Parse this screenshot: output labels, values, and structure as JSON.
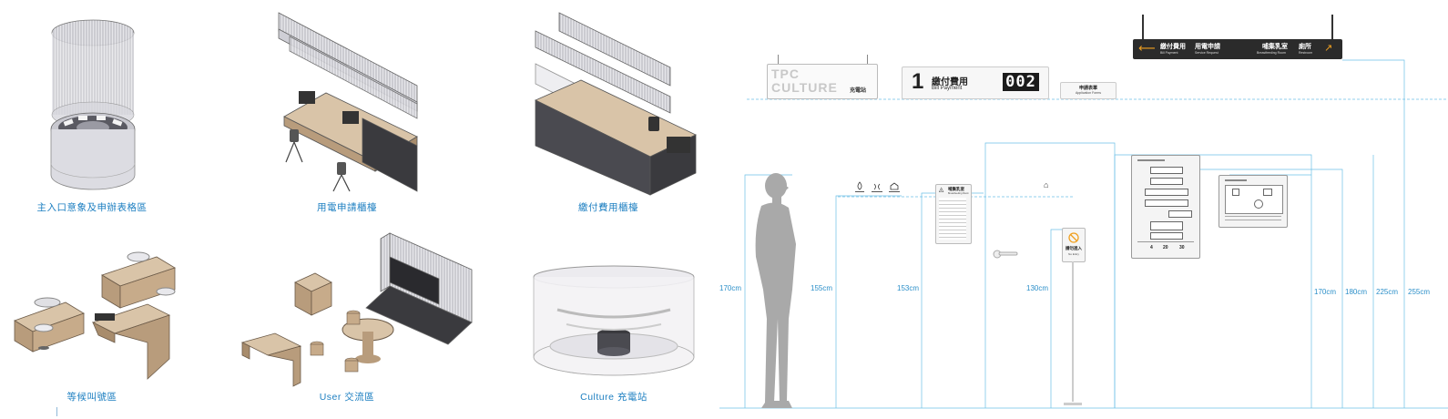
{
  "left_panel": {
    "zones": [
      {
        "id": "entrance",
        "caption": "主入口意象及申辦表格區"
      },
      {
        "id": "power-counter",
        "caption": "用電申請櫃檯"
      },
      {
        "id": "payment-counter",
        "caption": "繳付費用櫃檯"
      },
      {
        "id": "waiting",
        "caption": "等候叫號區"
      },
      {
        "id": "user-exchange",
        "caption": "User 交流區"
      },
      {
        "id": "culture-station",
        "caption": "Culture 充電站"
      }
    ]
  },
  "right_panel": {
    "signs": {
      "culture_sign": {
        "line1": "TPC",
        "line2": "CULTURE",
        "tag": "充電站"
      },
      "counter_sign": {
        "number": "1",
        "title": "繳付費用",
        "subtitle": "Bill Payment",
        "queue_display": "002"
      },
      "forms_sign": {
        "title": "申請表單",
        "subtitle": "Application Forms"
      },
      "overhead_sign": {
        "items": [
          {
            "zh": "繳付費用",
            "en": "Bill Payment"
          },
          {
            "zh": "用電申請",
            "en": "Service Request"
          },
          {
            "zh": "哺集乳室",
            "en": "Breastfeeding Room"
          },
          {
            "zh": "廁所",
            "en": "Restroom"
          }
        ]
      },
      "nursing_sign": {
        "title": "哺集乳室",
        "subtitle": "Breastfeeding Room"
      },
      "no_entry_sign": {
        "title": "請勿進入",
        "subtitle": "No Entry"
      }
    },
    "floor_plan": {
      "counts": [
        "4",
        "20",
        "30"
      ]
    },
    "dimensions": [
      "170cm",
      "155cm",
      "153cm",
      "130cm",
      "170cm",
      "180cm",
      "225cm",
      "255cm"
    ]
  },
  "colors": {
    "accent": "#1d7fc1",
    "dim_line": "#6cc0e6",
    "sign_dark": "#2b2b2b",
    "silhouette": "#a9a9a9"
  }
}
